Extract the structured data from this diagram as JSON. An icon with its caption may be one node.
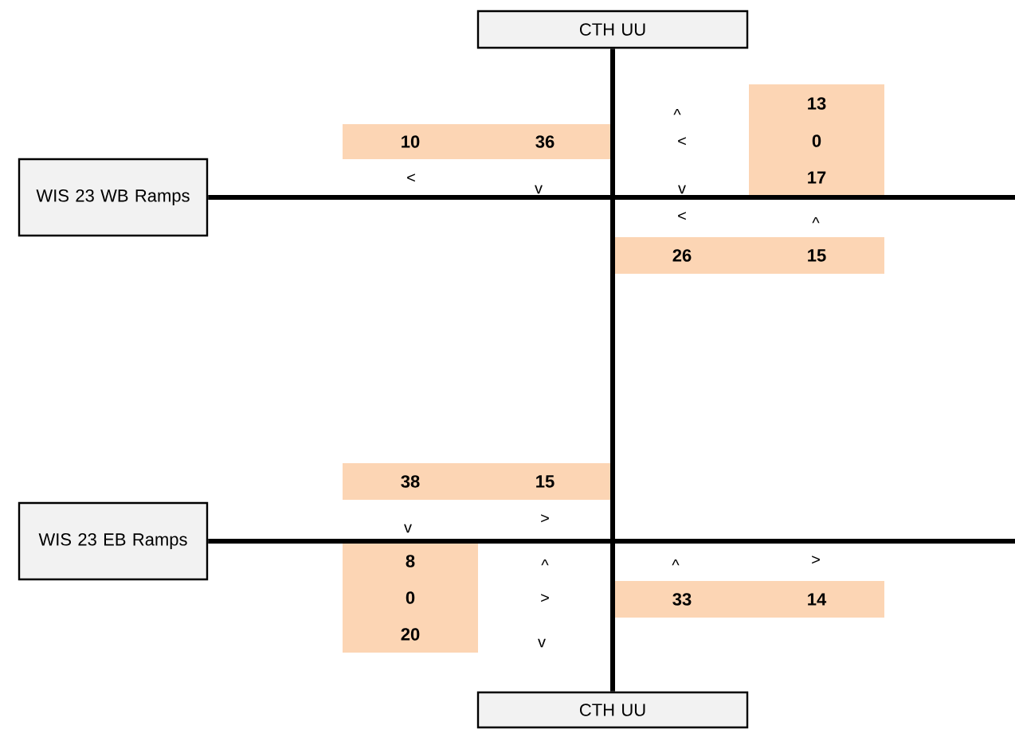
{
  "diagram": {
    "nodes": [
      {
        "text": [
          "CTH UU"
        ]
      },
      {
        "text": [
          "WIS 23 WB Ramps"
        ]
      },
      {
        "text": [
          "WIS 23 EB Ramps"
        ]
      },
      {
        "text": [
          "CTH UU"
        ]
      }
    ],
    "edges": [
      {
        "from": 0,
        "to": 3,
        "arrow": "none"
      },
      {
        "from": 1,
        "to": null,
        "arrow": "none"
      },
      {
        "from": 2,
        "to": null,
        "arrow": "none"
      }
    ],
    "labels": [
      "^",
      "13",
      "10",
      "36",
      "<",
      "0",
      "<",
      "v",
      "v",
      "17",
      "<",
      "^",
      "26",
      "15",
      "38",
      "15",
      "v",
      ">",
      "8",
      "^",
      "^",
      ">",
      "0",
      ">",
      "33",
      "14",
      "20",
      "v"
    ]
  }
}
